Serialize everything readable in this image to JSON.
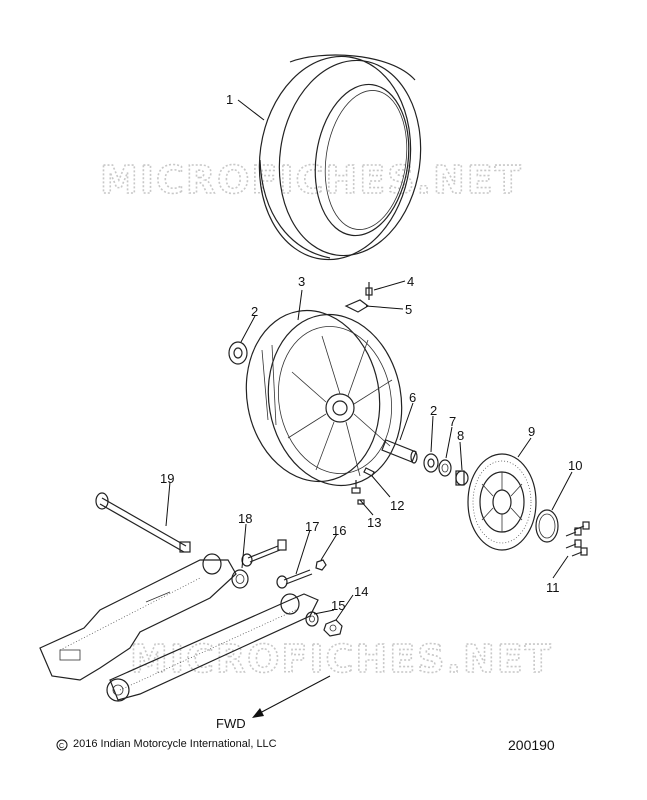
{
  "watermark": "MICROFICHES.NET",
  "fwd_label": "FWD",
  "copyright": "2016 Indian Motorcycle International, LLC",
  "diagram_number": "200190",
  "callouts": [
    {
      "id": "1",
      "text": "1"
    },
    {
      "id": "2a",
      "text": "2"
    },
    {
      "id": "3",
      "text": "3"
    },
    {
      "id": "4",
      "text": "4"
    },
    {
      "id": "5",
      "text": "5"
    },
    {
      "id": "6",
      "text": "6"
    },
    {
      "id": "2b",
      "text": "2"
    },
    {
      "id": "7",
      "text": "7"
    },
    {
      "id": "8",
      "text": "8"
    },
    {
      "id": "9",
      "text": "9"
    },
    {
      "id": "10",
      "text": "10"
    },
    {
      "id": "11",
      "text": "11"
    },
    {
      "id": "12",
      "text": "12"
    },
    {
      "id": "13",
      "text": "13"
    },
    {
      "id": "14",
      "text": "14"
    },
    {
      "id": "15",
      "text": "15"
    },
    {
      "id": "16",
      "text": "16"
    },
    {
      "id": "17",
      "text": "17"
    },
    {
      "id": "18",
      "text": "18"
    },
    {
      "id": "19",
      "text": "19"
    }
  ]
}
